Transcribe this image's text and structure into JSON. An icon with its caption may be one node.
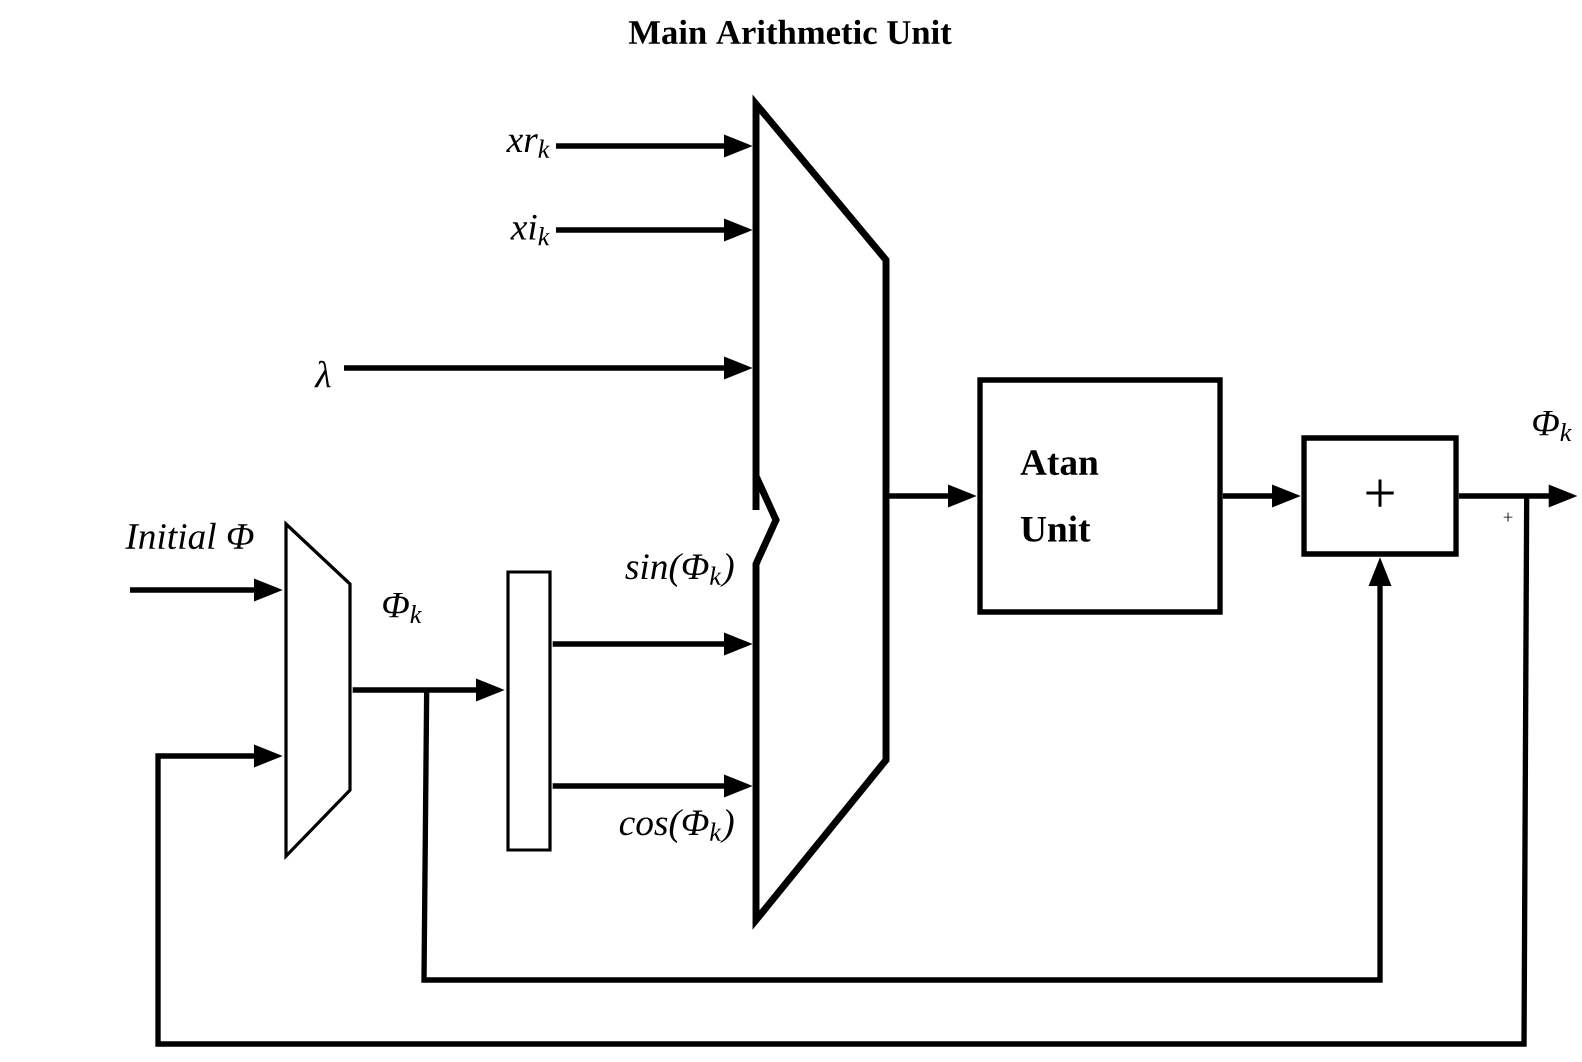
{
  "diagram": {
    "title": "Main Arithmetic Unit",
    "nodes": [
      {
        "text": [],
        "shape": "trapezoid"
      },
      {
        "text": [],
        "shape": "trapezoid"
      },
      {
        "text": [],
        "shape": "bar"
      },
      {
        "text": [
          "Atan Unit"
        ]
      },
      {
        "text": [
          "+"
        ]
      },
      {
        "text": [
          "xr$_{k}$"
        ]
      },
      {
        "text": [
          "xi$_{k}$"
        ]
      }
    ],
    "edges": [
      {
        "from": 5,
        "to": 0,
        "arrow": "to"
      },
      {
        "from": 6,
        "to": 0,
        "arrow": "to"
      },
      {
        "from": null,
        "to": 0,
        "arrow": "to",
        "label": "λ"
      },
      {
        "from": null,
        "to": 1,
        "arrow": "to",
        "label": "Initial Φ"
      },
      {
        "from": 1,
        "to": 2,
        "arrow": "to",
        "label": "Φ$_{k}$"
      },
      {
        "from": 2,
        "to": 0,
        "arrow": "to",
        "label": "sin(Φ$_{k}$)"
      },
      {
        "from": 2,
        "to": 0,
        "arrow": "to",
        "label": "cos(Φ$_{k}$)"
      },
      {
        "from": 0,
        "to": 3,
        "arrow": "to"
      },
      {
        "from": 3,
        "to": 4,
        "arrow": "to"
      },
      {
        "from": 4,
        "to": null,
        "arrow": "to",
        "label": "Φ$_{k}$"
      },
      {
        "from": 1,
        "to": 4,
        "arrow": "to"
      },
      {
        "from": 4,
        "to": 1,
        "arrow": "to"
      }
    ],
    "labels": [
      "+"
    ]
  }
}
